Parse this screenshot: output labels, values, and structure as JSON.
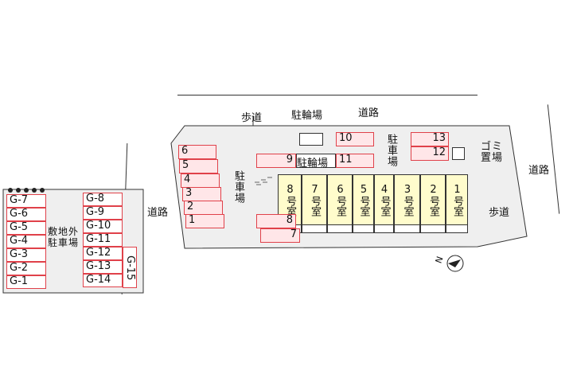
{
  "roads": {
    "top": "道路",
    "right": "道路",
    "left": "道路"
  },
  "sidewalks": {
    "top": "歩道",
    "right": "歩道"
  },
  "facilities": {
    "bike_parking_top": "駐輪場",
    "bike_parking_inner": "駐輪場",
    "garbage": "ゴミ置場",
    "parking_left": "駐車場",
    "parking_right": "駐車場",
    "offsite_parking": "敷地外駐車場"
  },
  "parking_left_column": [
    "6",
    "5",
    "4",
    "3",
    "2",
    "1"
  ],
  "parking_top": [
    "10",
    "13",
    "12"
  ],
  "parking_inner": {
    "nine": "9",
    "eleven": "11",
    "eight": "8",
    "seven": "7"
  },
  "rooms": [
    "8号室",
    "7号室",
    "6号室",
    "5号室",
    "4号室",
    "3号室",
    "2号室",
    "1号室"
  ],
  "offsite_left": [
    "G-7",
    "G-6",
    "G-5",
    "G-4",
    "G-3",
    "G-2",
    "G-1"
  ],
  "offsite_right": [
    "G-8",
    "G-9",
    "G-10",
    "G-11",
    "G-12",
    "G-13",
    "G-14"
  ],
  "offsite_vertical": "G-15",
  "compass": "N"
}
